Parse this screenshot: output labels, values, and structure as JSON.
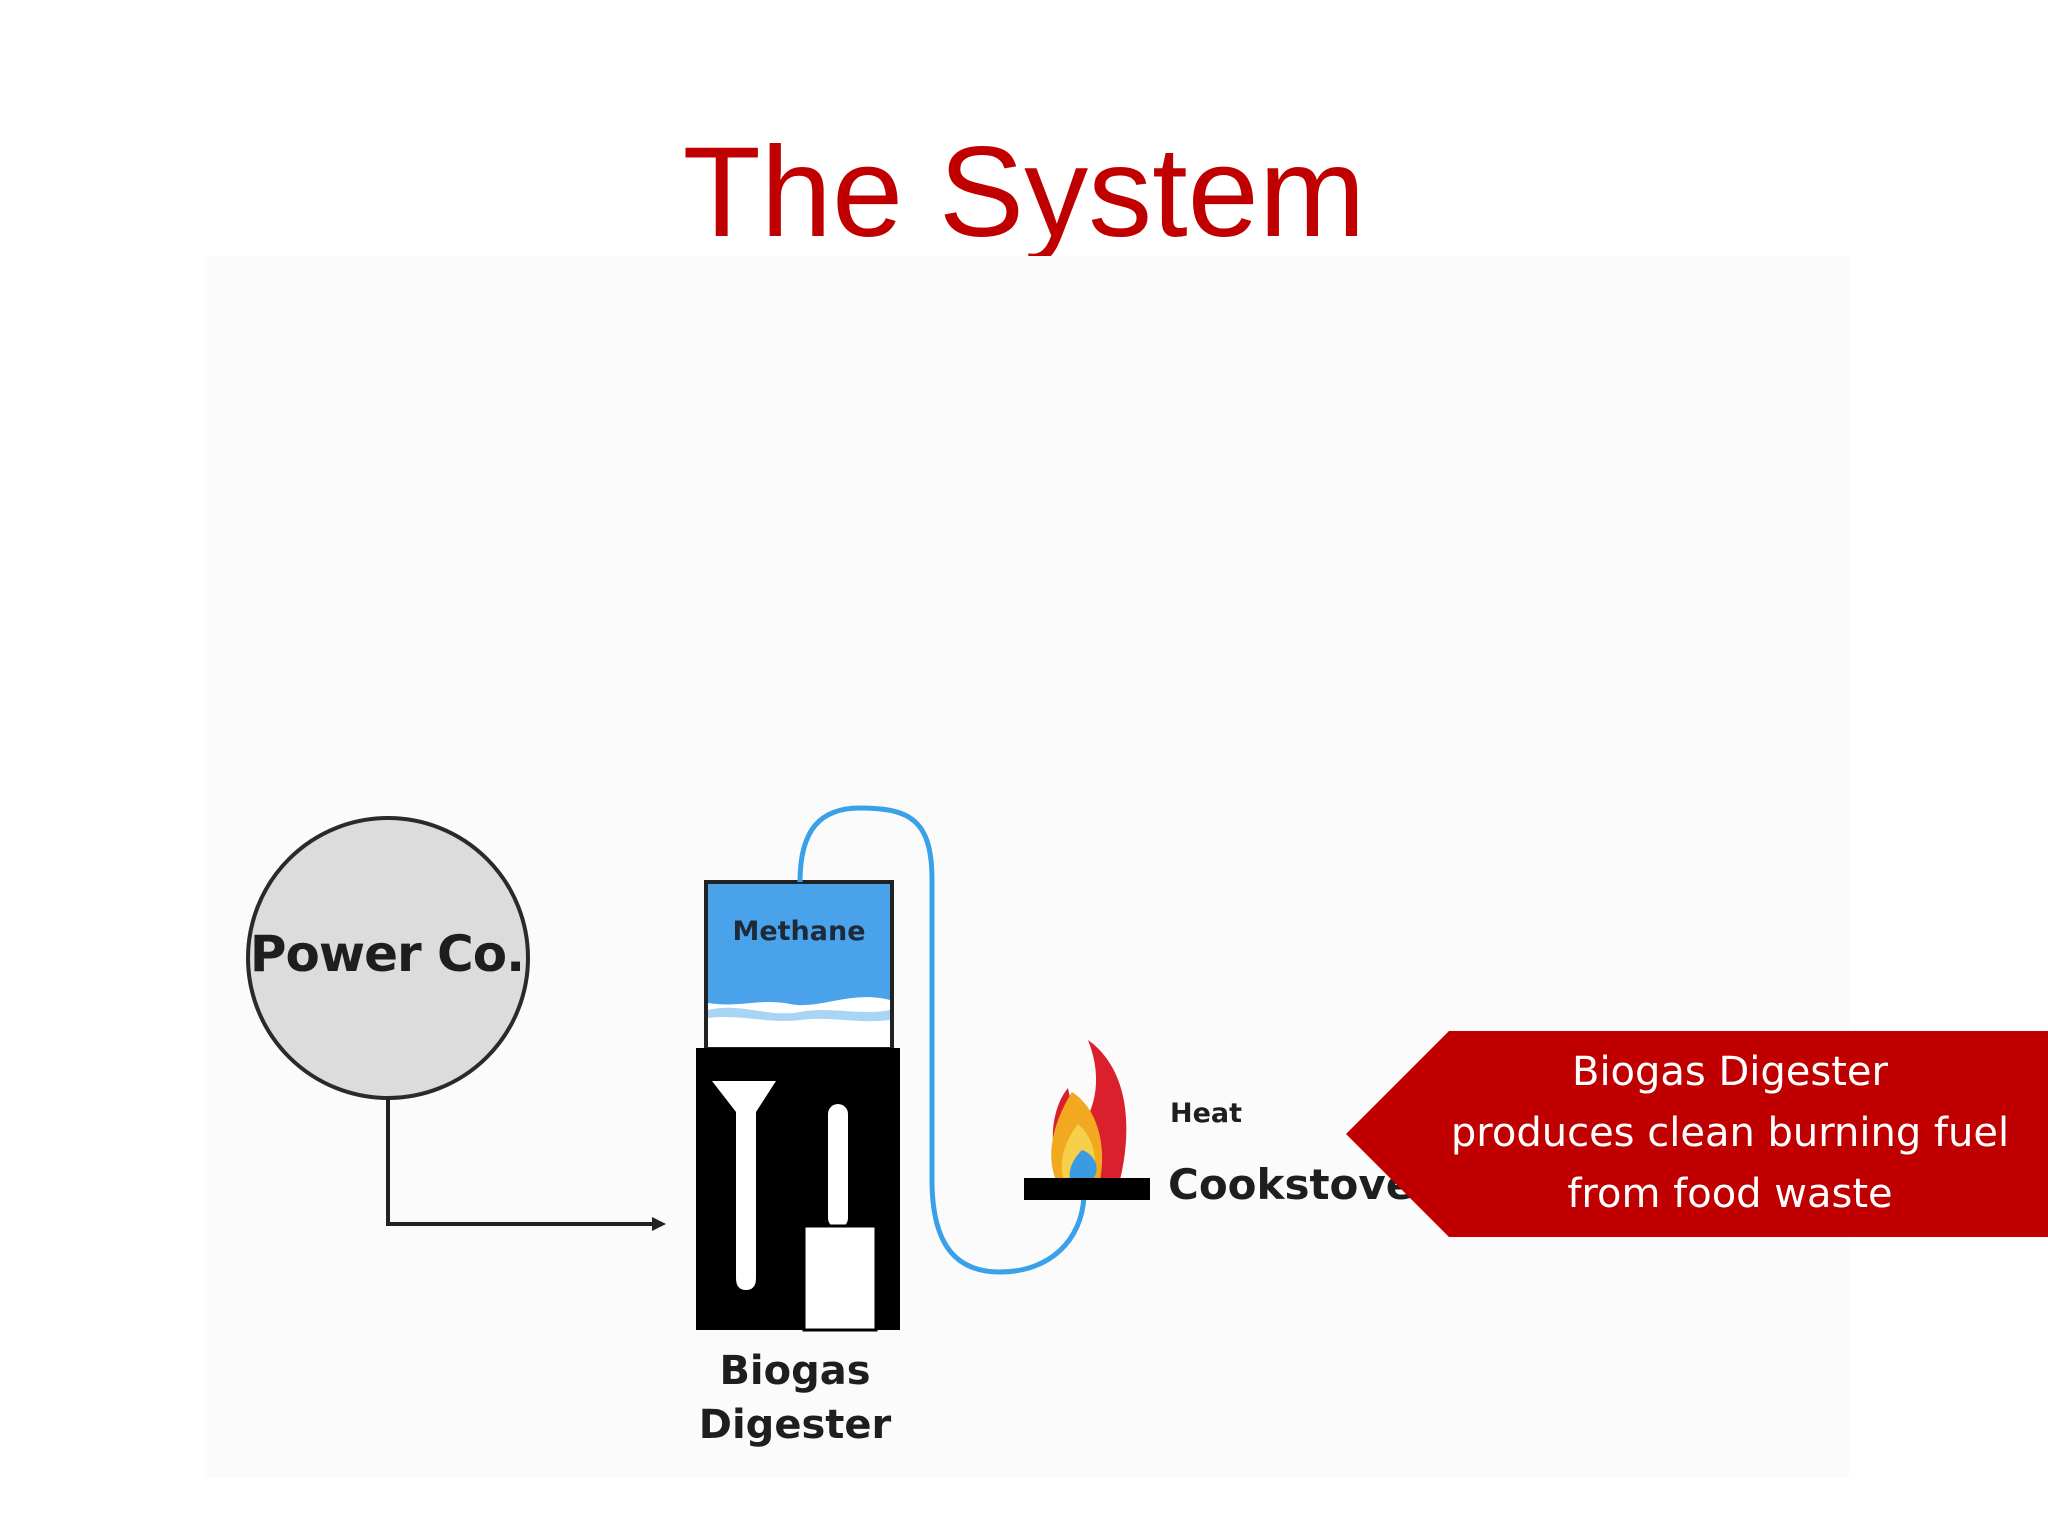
{
  "slide": {
    "title": "The System"
  },
  "diagram": {
    "power_company_label": "Power Co.",
    "methane_label": "Methane",
    "heat_label": "Heat",
    "cookstove_label": "Cookstove",
    "digester_label": "Biogas\nDigester"
  },
  "callout": {
    "text": "Biogas Digester\nproduces clean burning fuel\nfrom food waste"
  },
  "colors": {
    "title_red": "#c00000",
    "callout_red": "#c00000",
    "methane_blue": "#4aa3ea",
    "pipe_blue": "#3aa0e8",
    "power_circle_fill": "#dcdcdc",
    "digester_black": "#000000"
  }
}
